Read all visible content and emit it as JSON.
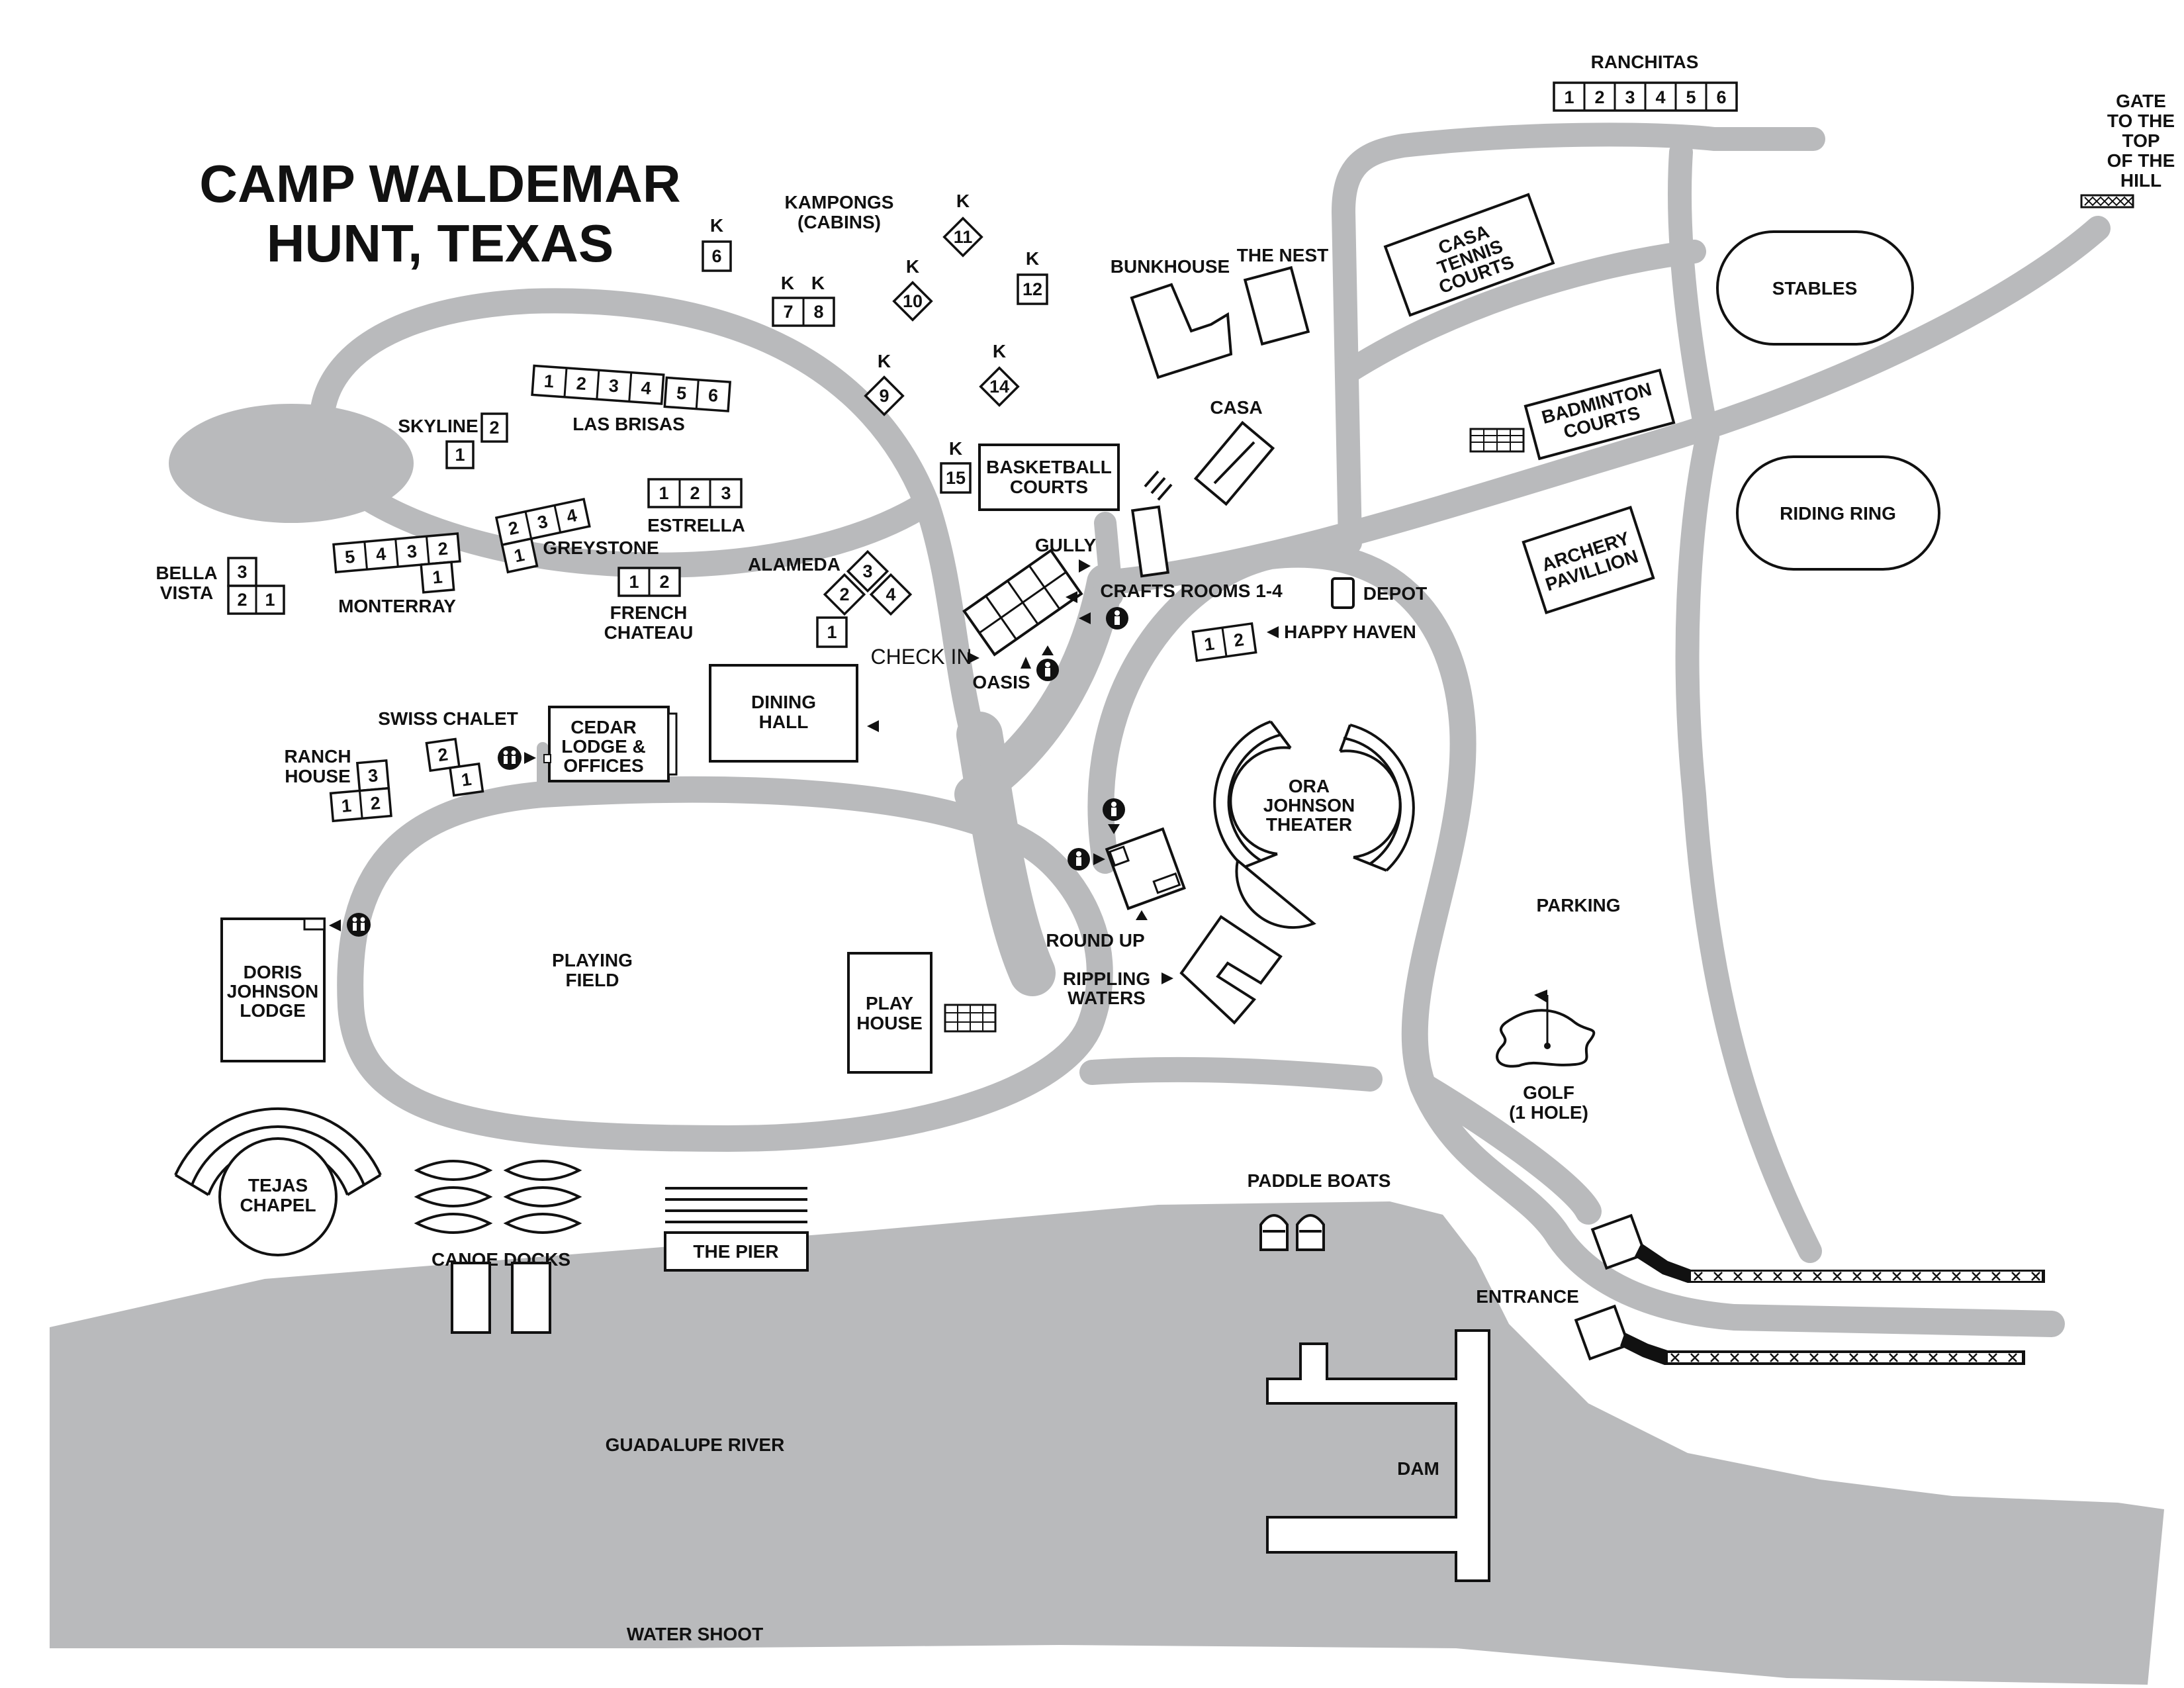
{
  "map": {
    "title_line1": "CAMP WALDEMAR",
    "title_line2": "HUNT, TEXAS"
  },
  "labels": {
    "kampongs": "KAMPONGS",
    "kampongs_sub": "(CABINS)",
    "k": "K",
    "ranchitas": "RANCHITAS",
    "gate": [
      "GATE",
      "TO THE",
      "TOP",
      "OF THE",
      "HILL"
    ],
    "bunkhouse": "BUNKHOUSE",
    "the_nest": "THE NEST",
    "casa_tennis": [
      "CASA",
      "TENNIS",
      "COURTS"
    ],
    "stables": "STABLES",
    "skyline": "SKYLINE",
    "las_brisas": "LAS BRISAS",
    "basketball": [
      "BASKETBALL",
      "COURTS"
    ],
    "casa": "CASA",
    "badminton": [
      "BADMINTON",
      "COURTS"
    ],
    "riding_ring": "RIDING RING",
    "estrella": "ESTRELLA",
    "greystone": "GREYSTONE",
    "bella_vista": [
      "BELLA",
      "VISTA"
    ],
    "monterray": "MONTERRAY",
    "alameda": "ALAMEDA",
    "french_chateau": [
      "FRENCH",
      "CHATEAU"
    ],
    "gully": "GULLY",
    "crafts_rooms": "CRAFTS ROOMS 1-4",
    "depot": "DEPOT",
    "archery": [
      "ARCHERY",
      "PAVILLION"
    ],
    "check_in": "CHECK IN",
    "oasis": "OASIS",
    "happy_haven": "HAPPY HAVEN",
    "dining_hall": [
      "DINING",
      "HALL"
    ],
    "swiss_chalet": "SWISS CHALET",
    "cedar_lodge": [
      "CEDAR",
      "LODGE &",
      "OFFICES"
    ],
    "ranch_house": [
      "RANCH",
      "HOUSE"
    ],
    "ora_johnson": [
      "ORA",
      "JOHNSON",
      "THEATER"
    ],
    "parking": "PARKING",
    "playing_field": [
      "PLAYING",
      "FIELD"
    ],
    "doris_johnson": [
      "DORIS",
      "JOHNSON",
      "LODGE"
    ],
    "round_up": "ROUND UP",
    "rippling_waters": [
      "RIPPLING",
      "WATERS"
    ],
    "play_house": [
      "PLAY",
      "HOUSE"
    ],
    "golf": [
      "GOLF",
      "(1 HOLE)"
    ],
    "tejas_chapel": [
      "TEJAS",
      "CHAPEL"
    ],
    "canoe_docks": "CANOE DOCKS",
    "the_pier": "THE PIER",
    "paddle_boats": "PADDLE BOATS",
    "entrance": "ENTRANCE",
    "guadalupe_river": "GUADALUPE RIVER",
    "dam": "DAM",
    "water_shoot": "WATER SHOOT"
  },
  "cabin_numbers": {
    "ranchitas": [
      "1",
      "2",
      "3",
      "4",
      "5",
      "6"
    ],
    "k6": "6",
    "k7": "7",
    "k8": "8",
    "k9": "9",
    "k10": "10",
    "k11": "11",
    "k12": "12",
    "k14": "14",
    "k15": "15",
    "las_brisas": [
      "1",
      "2",
      "3",
      "4",
      "5",
      "6"
    ],
    "skyline": [
      "2",
      "1"
    ],
    "estrella": [
      "1",
      "2",
      "3"
    ],
    "greystone": [
      "2",
      "3",
      "4",
      "1"
    ],
    "monterray": [
      "5",
      "4",
      "3",
      "2",
      "1"
    ],
    "bella_vista": [
      "3",
      "2",
      "1"
    ],
    "french_chateau": [
      "1",
      "2"
    ],
    "alameda": [
      "3",
      "2",
      "4",
      "1"
    ],
    "happy_haven": [
      "1",
      "2"
    ],
    "swiss_chalet": [
      "2",
      "1"
    ],
    "ranch_house": [
      "3",
      "1",
      "2"
    ]
  },
  "colors": {
    "road": "#b9babc",
    "water": "#b9babc",
    "ink": "#111111",
    "background": "#ffffff"
  },
  "icons": [
    "restroom-icon",
    "arrow-icon",
    "net-icon",
    "golf-flag-icon",
    "fence-icon"
  ]
}
